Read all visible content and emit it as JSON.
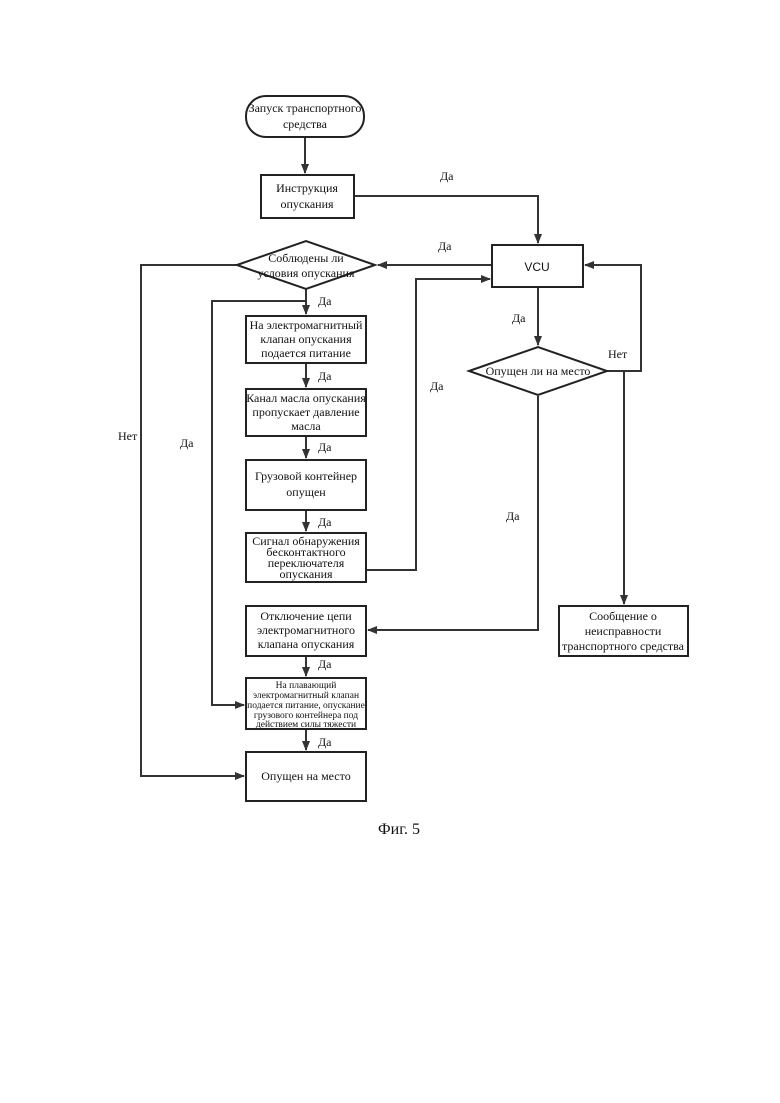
{
  "flowchart": {
    "start": [
      "Запуск транспортного",
      "средства"
    ],
    "lowering_instruction": [
      "Инструкция",
      "опускания"
    ],
    "conditions_check": [
      "Соблюдены ли",
      "условия опускания"
    ],
    "vcu": "VCU",
    "valve_powered": [
      "На электромагнитный",
      "клапан опускания",
      "подается питание"
    ],
    "oil_channel": [
      "Канал масла опускания",
      "пропускает давление",
      "масла"
    ],
    "container_lowered": [
      "Грузовой контейнер",
      "опущен"
    ],
    "sensor_signal": [
      "Сигнал обнаружения",
      "бесконтактного",
      "переключателя",
      "опускания"
    ],
    "in_place_check": "Опущен ли на место",
    "fault_message": [
      "Сообщение о",
      "неисправности",
      "транспортного средства"
    ],
    "valve_circuit_off": [
      "Отключение цепи",
      "электромагнитного",
      "клапана опускания"
    ],
    "floating_valve": [
      "На плавающий",
      "электромагнитный клапан",
      "подается питание, опускание",
      "грузового контейнера под",
      "действием силы тяжести"
    ],
    "lowered_in_place": "Опущен на место"
  },
  "labels": {
    "yes": "Да",
    "no": "Нет"
  },
  "caption": "Фиг. 5"
}
